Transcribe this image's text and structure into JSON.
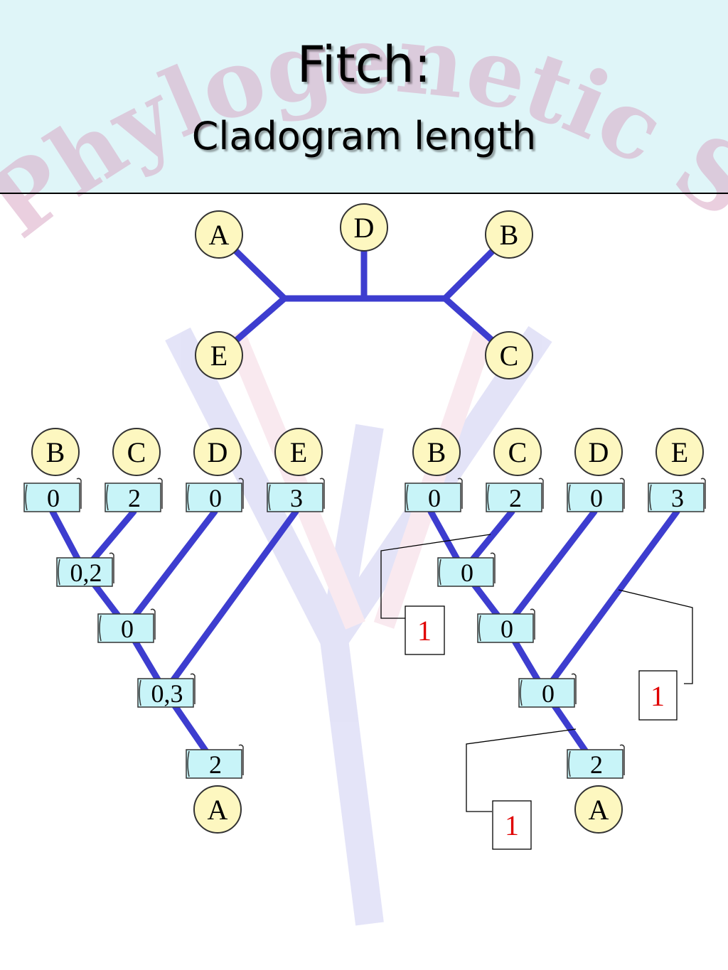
{
  "header": {
    "title": "Fitch:",
    "subtitle": "Cladogram length",
    "watermark": "Phylogenetic Systematics"
  },
  "colors": {
    "header_bg": "#dff5f8",
    "branch": "#3d3dcf",
    "node_fill": "#fdf7c0",
    "box_fill": "#c8f4f8",
    "cost_text": "#e00000"
  },
  "unrooted_tree": {
    "leaves": [
      "A",
      "D",
      "B",
      "E",
      "C"
    ]
  },
  "left_tree": {
    "leaves": [
      "B",
      "C",
      "D",
      "E"
    ],
    "leaf_states": [
      "0",
      "2",
      "0",
      "3"
    ],
    "internal_states": [
      "0,2",
      "0",
      "0,3"
    ],
    "root_leaf": "A",
    "root_state": "2"
  },
  "right_tree": {
    "leaves": [
      "B",
      "C",
      "D",
      "E"
    ],
    "leaf_states": [
      "0",
      "2",
      "0",
      "3"
    ],
    "internal_states": [
      "0",
      "0",
      "0"
    ],
    "root_leaf": "A",
    "root_state": "2",
    "costs": [
      "1",
      "1",
      "1"
    ]
  }
}
